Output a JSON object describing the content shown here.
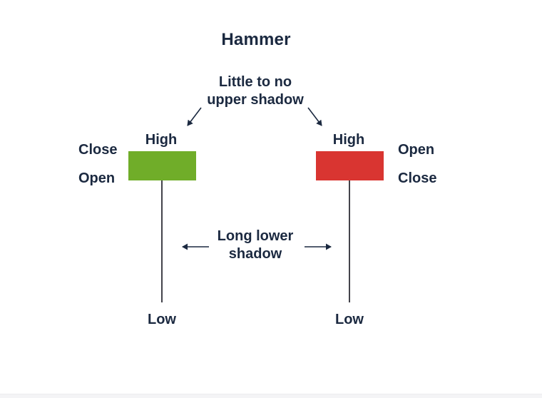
{
  "title": "Hammer",
  "annotations": {
    "upper_shadow": "Little to no\nupper shadow",
    "lower_shadow": "Long lower\nshadow"
  },
  "candles": {
    "left": {
      "direction": "bullish",
      "body_color": "#70ad29",
      "high": "High",
      "low": "Low",
      "side_position": "left",
      "side_top": "Close",
      "side_bottom": "Open"
    },
    "right": {
      "direction": "bearish",
      "body_color": "#d93531",
      "high": "High",
      "low": "Low",
      "side_position": "right",
      "side_top": "Open",
      "side_bottom": "Close"
    }
  },
  "colors": {
    "text": "#1b2940",
    "bullish_body": "#70ad29",
    "bearish_body": "#d93531",
    "wick": "#43434b",
    "arrow": "#1b2940",
    "footer_strip": "#f4f4f6"
  }
}
